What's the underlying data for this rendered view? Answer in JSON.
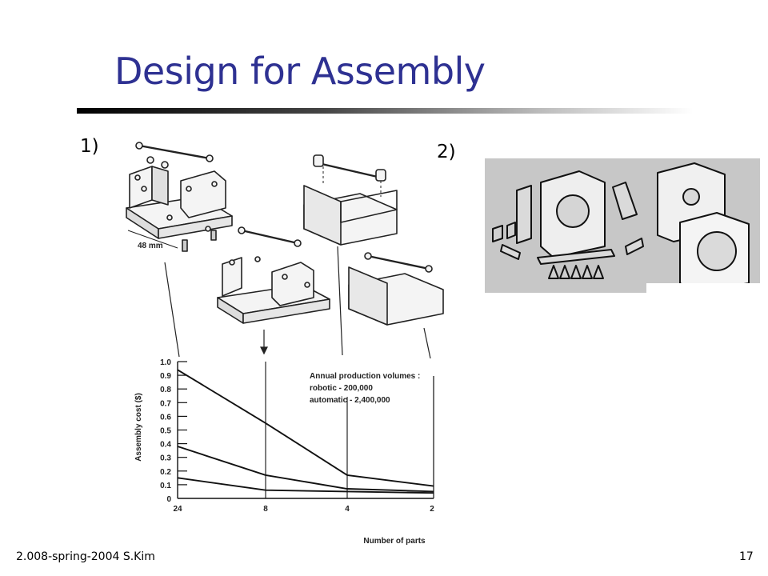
{
  "slide": {
    "title": "Design for Assembly",
    "label_1": "1)",
    "label_2": "2)",
    "footer_left": "2.008-spring-2004 S.Kim",
    "page_number": "17"
  },
  "figures": {
    "left": {
      "dimension_label": "48 mm"
    }
  },
  "chart_data": {
    "type": "line",
    "title": "",
    "xlabel": "Number of parts",
    "ylabel": "Assembly cost ($)",
    "x": [
      24,
      8,
      4,
      2
    ],
    "x_tick_labels": [
      "24",
      "8",
      "4",
      "2"
    ],
    "ylim": [
      0,
      1.0
    ],
    "y_ticks": [
      0,
      0.1,
      0.2,
      0.3,
      0.4,
      0.5,
      0.6,
      0.7,
      0.8,
      0.9,
      1.0
    ],
    "y_tick_labels": [
      "0",
      "0.1",
      "0.2",
      "0.3",
      "0.4",
      "0.5",
      "0.6",
      "0.7",
      "0.8",
      "0.9",
      "1.0"
    ],
    "series": [
      {
        "values": [
          0.94,
          0.55,
          0.17,
          0.09
        ]
      },
      {
        "values": [
          0.38,
          0.17,
          0.07,
          0.05
        ]
      },
      {
        "values": [
          0.15,
          0.06,
          0.05,
          0.04
        ]
      }
    ],
    "annotation_lines": [
      "Annual production volumes :",
      "robotic - 200,000",
      "automatic - 2,400,000"
    ],
    "grid": false
  }
}
